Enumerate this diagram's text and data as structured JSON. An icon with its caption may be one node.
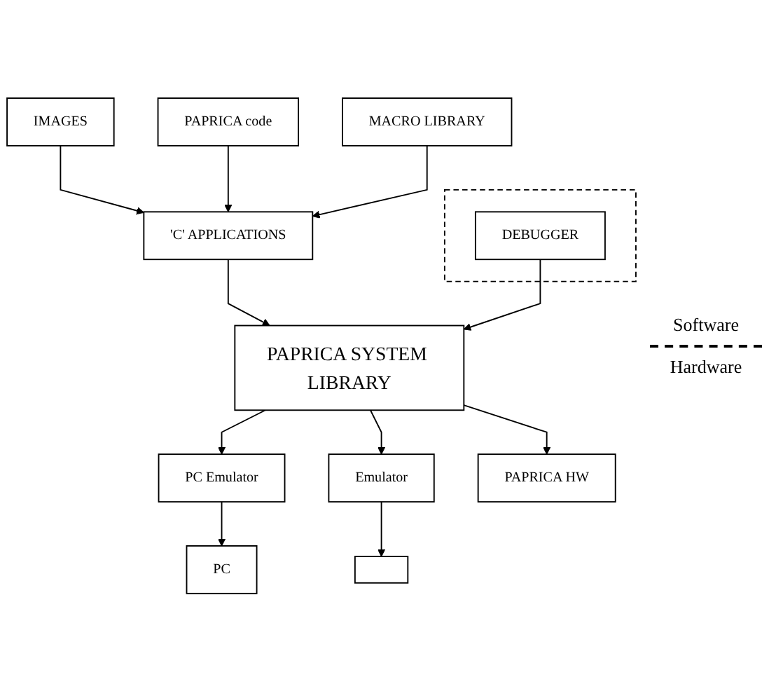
{
  "diagram": {
    "nodes": [
      {
        "text": [
          "IMAGES"
        ]
      },
      {
        "text": [
          "PAPRICA code"
        ]
      },
      {
        "text": [],
        "shape": "box"
      },
      {
        "text": [
          "DEBUGGER"
        ],
        "in": 2
      },
      {
        "text": [
          "MACRO LIBRARY"
        ]
      },
      {
        "text": [
          "'C' APPLICATIONS"
        ]
      },
      {
        "text": [
          "PAPRICA SYSTEM LIBRARY"
        ]
      },
      {
        "text": [
          "PC Emulator"
        ]
      },
      {
        "text": [
          "Emulator"
        ]
      },
      {
        "text": [
          "PC"
        ]
      },
      {
        "text": [],
        "shape": "box"
      },
      {
        "text": [
          "PAPRICA HW"
        ]
      }
    ],
    "edges": [
      {
        "from": 0,
        "to": 5,
        "arrow": "to"
      },
      {
        "from": 1,
        "to": 5,
        "arrow": "to"
      },
      {
        "from": 4,
        "to": 5,
        "arrow": "to"
      },
      {
        "from": 5,
        "to": 6,
        "arrow": "to"
      },
      {
        "from": 3,
        "to": 6,
        "arrow": "to"
      },
      {
        "from": 6,
        "to": 7,
        "arrow": "to"
      },
      {
        "from": 6,
        "to": 8,
        "arrow": "to"
      },
      {
        "from": 6,
        "to": 11,
        "arrow": "to"
      },
      {
        "from": 7,
        "to": 9,
        "arrow": "to"
      },
      {
        "from": 8,
        "to": 10,
        "arrow": "to"
      }
    ],
    "labels": [
      "Software",
      "Hardware"
    ]
  }
}
